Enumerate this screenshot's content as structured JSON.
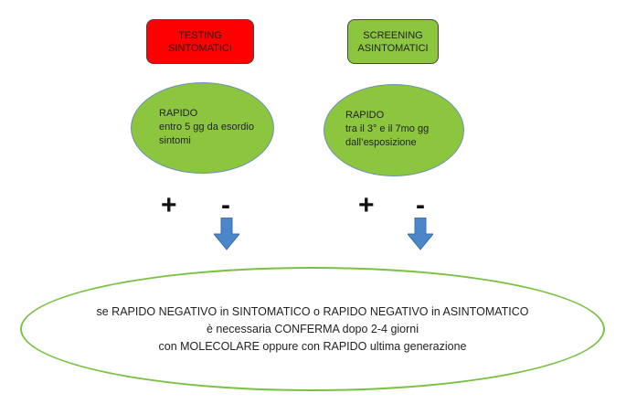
{
  "left": {
    "title_line1": "TESTING",
    "title_line2": "SINTOMATICI",
    "title_color": "#ff0000",
    "ellipse_line1": "RAPIDO",
    "ellipse_line2": "entro 5 gg da esordio",
    "ellipse_line3": "sintomi",
    "plus": "+",
    "minus": "-"
  },
  "right": {
    "title_line1": "SCREENING",
    "title_line2": "ASINTOMATICI",
    "title_color": "#8cc63f",
    "ellipse_line1": "RAPIDO",
    "ellipse_line2": "tra il 3° e il 7mo gg",
    "ellipse_line3": "dall’esposizione",
    "plus": "+",
    "minus": "-"
  },
  "conclusion": {
    "line1": "se RAPIDO NEGATIVO in SINTOMATICO o RAPIDO NEGATIVO in ASINTOMATICO",
    "line2": "è necessaria CONFERMA dopo 2-4 giorni",
    "line3": "con MOLECOLARE oppure con RAPIDO ultima generazione"
  }
}
